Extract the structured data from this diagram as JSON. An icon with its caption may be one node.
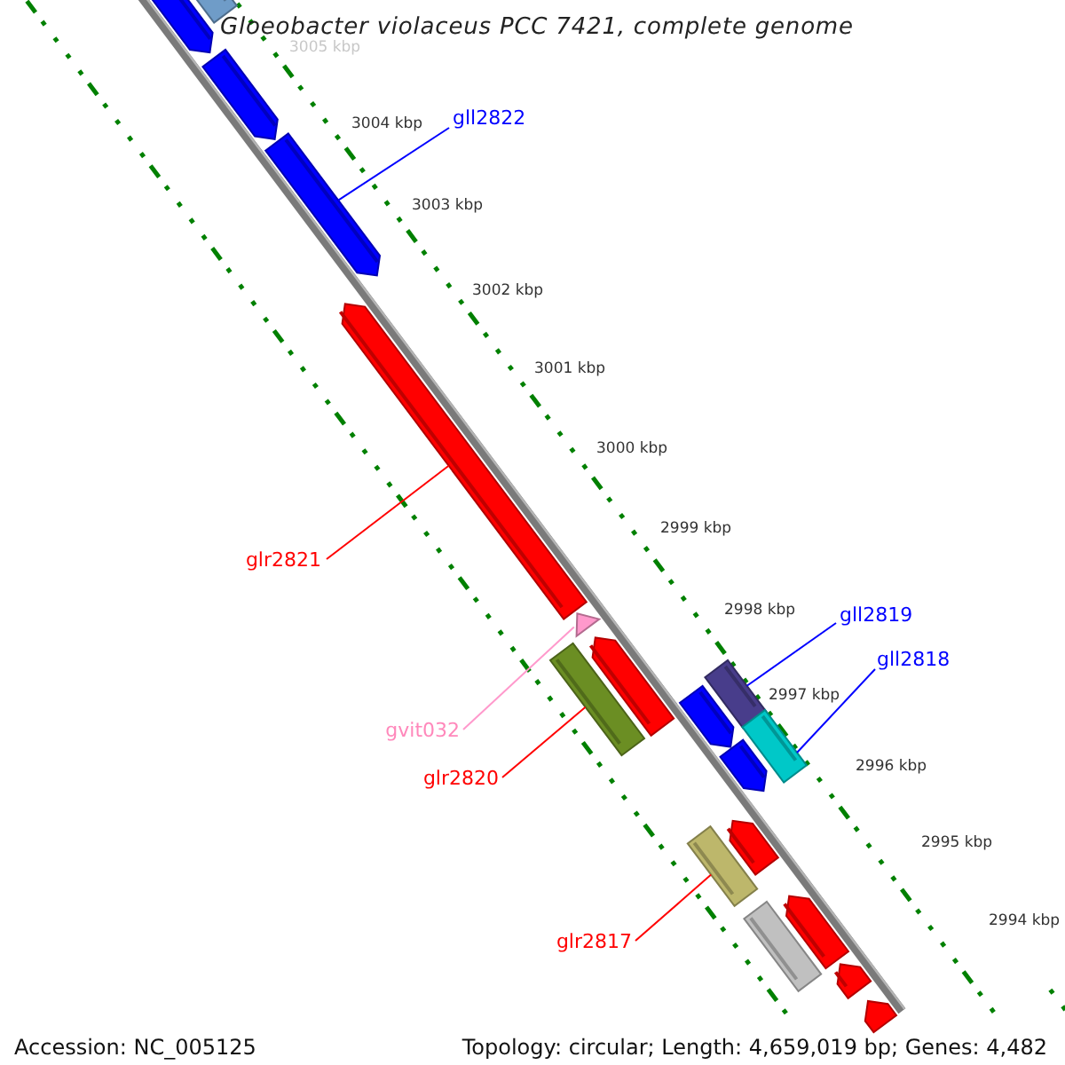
{
  "diagram": {
    "title": "Gloeobacter violaceus PCC 7421, complete genome",
    "nodes": [
      {
        "text": [
          "gll2822"
        ]
      },
      {
        "text": [],
        "shape": "bar"
      },
      {
        "text": [
          "glr2821"
        ]
      },
      {
        "text": [],
        "shape": "bar"
      },
      {
        "text": [
          "gll2819"
        ]
      },
      {
        "text": [],
        "shape": "box"
      },
      {
        "text": [
          "gll2818"
        ]
      },
      {
        "text": [],
        "shape": "box"
      },
      {
        "text": [
          "gvit032"
        ]
      },
      {
        "text": [],
        "shape": "triangle"
      },
      {
        "text": [
          "glr2820"
        ]
      },
      {
        "text": [],
        "shape": "box"
      },
      {
        "text": [
          "glr2817"
        ]
      },
      {
        "text": [],
        "shape": "box"
      },
      {
        "text": [],
        "shape": "bar"
      },
      {
        "text": [],
        "shape": "box"
      },
      {
        "text": [],
        "shape": "bar"
      },
      {
        "text": [],
        "shape": "bar"
      },
      {
        "text": [],
        "shape": "bar"
      },
      {
        "text": [],
        "shape": "bar"
      },
      {
        "text": [],
        "shape": "bar"
      },
      {
        "text": [],
        "shape": "bar"
      },
      {
        "text": [],
        "shape": "box"
      },
      {
        "text": [],
        "shape": "bar"
      },
      {
        "text": [],
        "shape": "bar"
      }
    ],
    "edges": [
      {
        "from": 0,
        "to": 1,
        "arrow": "none",
        "color": "#0000ff"
      },
      {
        "from": 2,
        "to": 3,
        "arrow": "none",
        "color": "#ff0000"
      },
      {
        "from": 4,
        "to": 5,
        "arrow": "none",
        "color": "#0000ff"
      },
      {
        "from": 6,
        "to": 7,
        "arrow": "none",
        "color": "#0000ff"
      },
      {
        "from": 8,
        "to": 9,
        "arrow": "none",
        "color": "#ff99cc"
      },
      {
        "from": 10,
        "to": 11,
        "arrow": "none",
        "color": "#ff0000"
      },
      {
        "from": 12,
        "to": 13,
        "arrow": "none",
        "color": "#ff0000"
      }
    ],
    "labels": [
      "3005 kbp",
      "3004 kbp",
      "3003 kbp",
      "3002 kbp",
      "3001 kbp",
      "3000 kbp",
      "2999 kbp",
      "2998 kbp",
      "2997 kbp",
      "2996 kbp",
      "2995 kbp",
      "2994 kbp",
      "Accession: NC_005125",
      "Topology: circular; Length: 4,659,019 bp; Genes: 4,482"
    ]
  }
}
